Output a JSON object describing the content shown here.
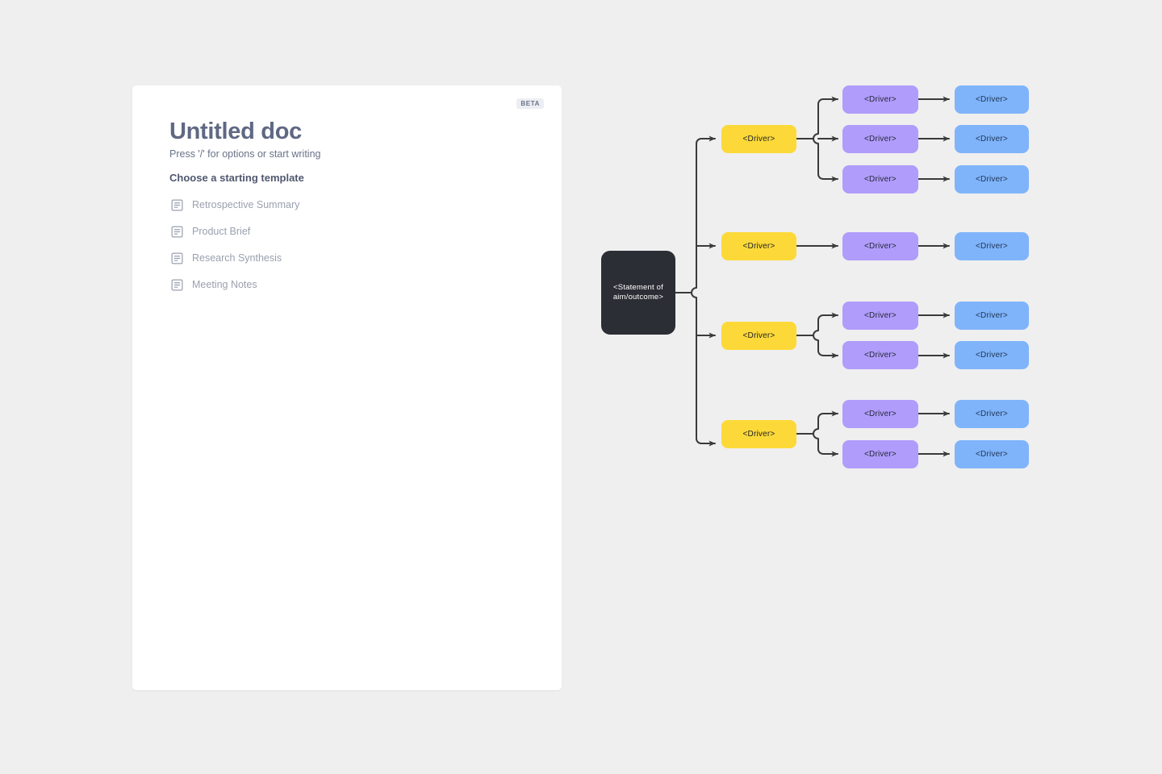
{
  "page": {
    "background_color": "#efefef"
  },
  "document_card": {
    "badge": "BETA",
    "title": "Untitled doc",
    "subtitle": "Press '/' for options or start writing",
    "section_title": "Choose a starting template",
    "templates": [
      {
        "label": "Retrospective Summary",
        "icon": "document-lines-icon"
      },
      {
        "label": "Product Brief",
        "icon": "document-lines-icon"
      },
      {
        "label": "Research Synthesis",
        "icon": "document-lines-icon"
      },
      {
        "label": "Meeting Notes",
        "icon": "document-lines-icon"
      }
    ]
  },
  "diagram": {
    "title": "driver-diagram",
    "colors": {
      "aim": "#2c2e35",
      "primary_driver": "#fcd938",
      "secondary_driver": "#b09cfb",
      "change_idea": "#7fb4fb",
      "connector": "#3a3a3a",
      "canvas": "#efefef"
    },
    "aim": {
      "label": "<Statement of\naim/outcome>",
      "line1": "<Statement of",
      "line2": "aim/outcome>"
    },
    "branches": [
      {
        "primary": {
          "label": "<Driver>"
        },
        "secondaries": [
          {
            "label": "<Driver>",
            "change_idea": {
              "label": "<Driver>"
            }
          },
          {
            "label": "<Driver>",
            "change_idea": {
              "label": "<Driver>"
            }
          },
          {
            "label": "<Driver>",
            "change_idea": {
              "label": "<Driver>"
            }
          }
        ]
      },
      {
        "primary": {
          "label": "<Driver>"
        },
        "secondaries": [
          {
            "label": "<Driver>",
            "change_idea": {
              "label": "<Driver>"
            }
          }
        ]
      },
      {
        "primary": {
          "label": "<Driver>"
        },
        "secondaries": [
          {
            "label": "<Driver>",
            "change_idea": {
              "label": "<Driver>"
            }
          },
          {
            "label": "<Driver>",
            "change_idea": {
              "label": "<Driver>"
            }
          }
        ]
      },
      {
        "primary": {
          "label": "<Driver>"
        },
        "secondaries": [
          {
            "label": "<Driver>",
            "change_idea": {
              "label": "<Driver>"
            }
          },
          {
            "label": "<Driver>",
            "change_idea": {
              "label": "<Driver>"
            }
          }
        ]
      }
    ]
  }
}
